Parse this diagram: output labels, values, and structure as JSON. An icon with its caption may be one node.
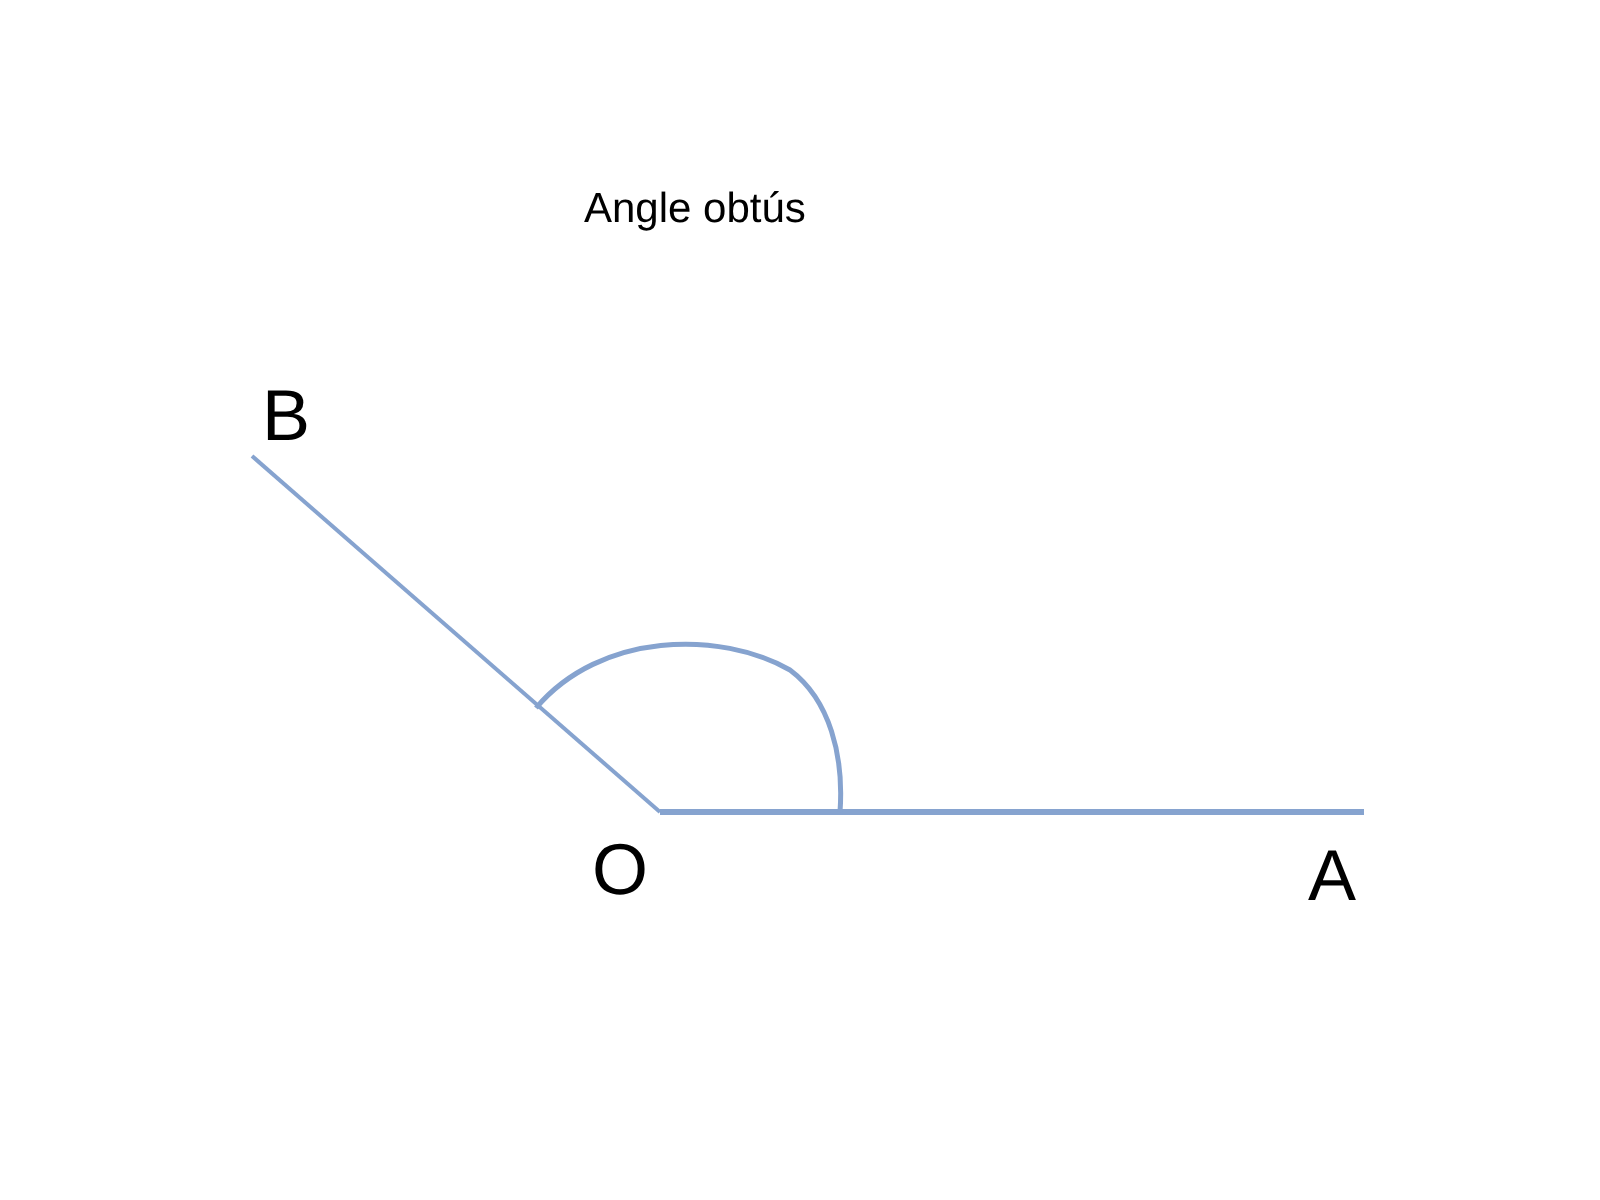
{
  "diagram": {
    "title": "Angle obtús",
    "labels": [
      "B",
      "O",
      "A"
    ]
  }
}
